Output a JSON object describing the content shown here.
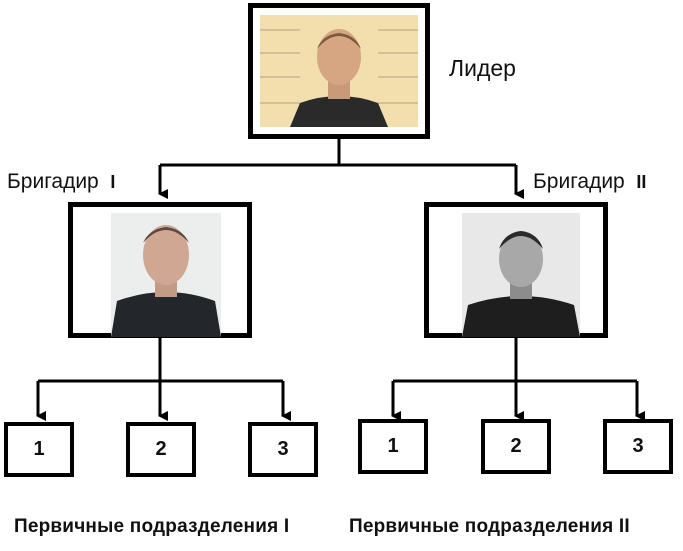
{
  "leader": {
    "label": "Лидер",
    "photo": "leader-photo"
  },
  "brigadiers": [
    {
      "label": "Бригадир",
      "roman": "I",
      "photo": "brigadier-1-photo"
    },
    {
      "label": "Бригадир",
      "roman": "II",
      "photo": "brigadier-2-photo"
    }
  ],
  "units": {
    "group1": [
      "1",
      "2",
      "3"
    ],
    "group2": [
      "1",
      "2",
      "3"
    ]
  },
  "footer": {
    "group1": "Первичные подразделения I",
    "group2": "Первичные подразделения II"
  },
  "colors": {
    "line": "#000000",
    "leader_bg": "#f4dfb0",
    "brig1_bg": "#e9eaea",
    "brig2_bg": "#e6e6e6"
  }
}
